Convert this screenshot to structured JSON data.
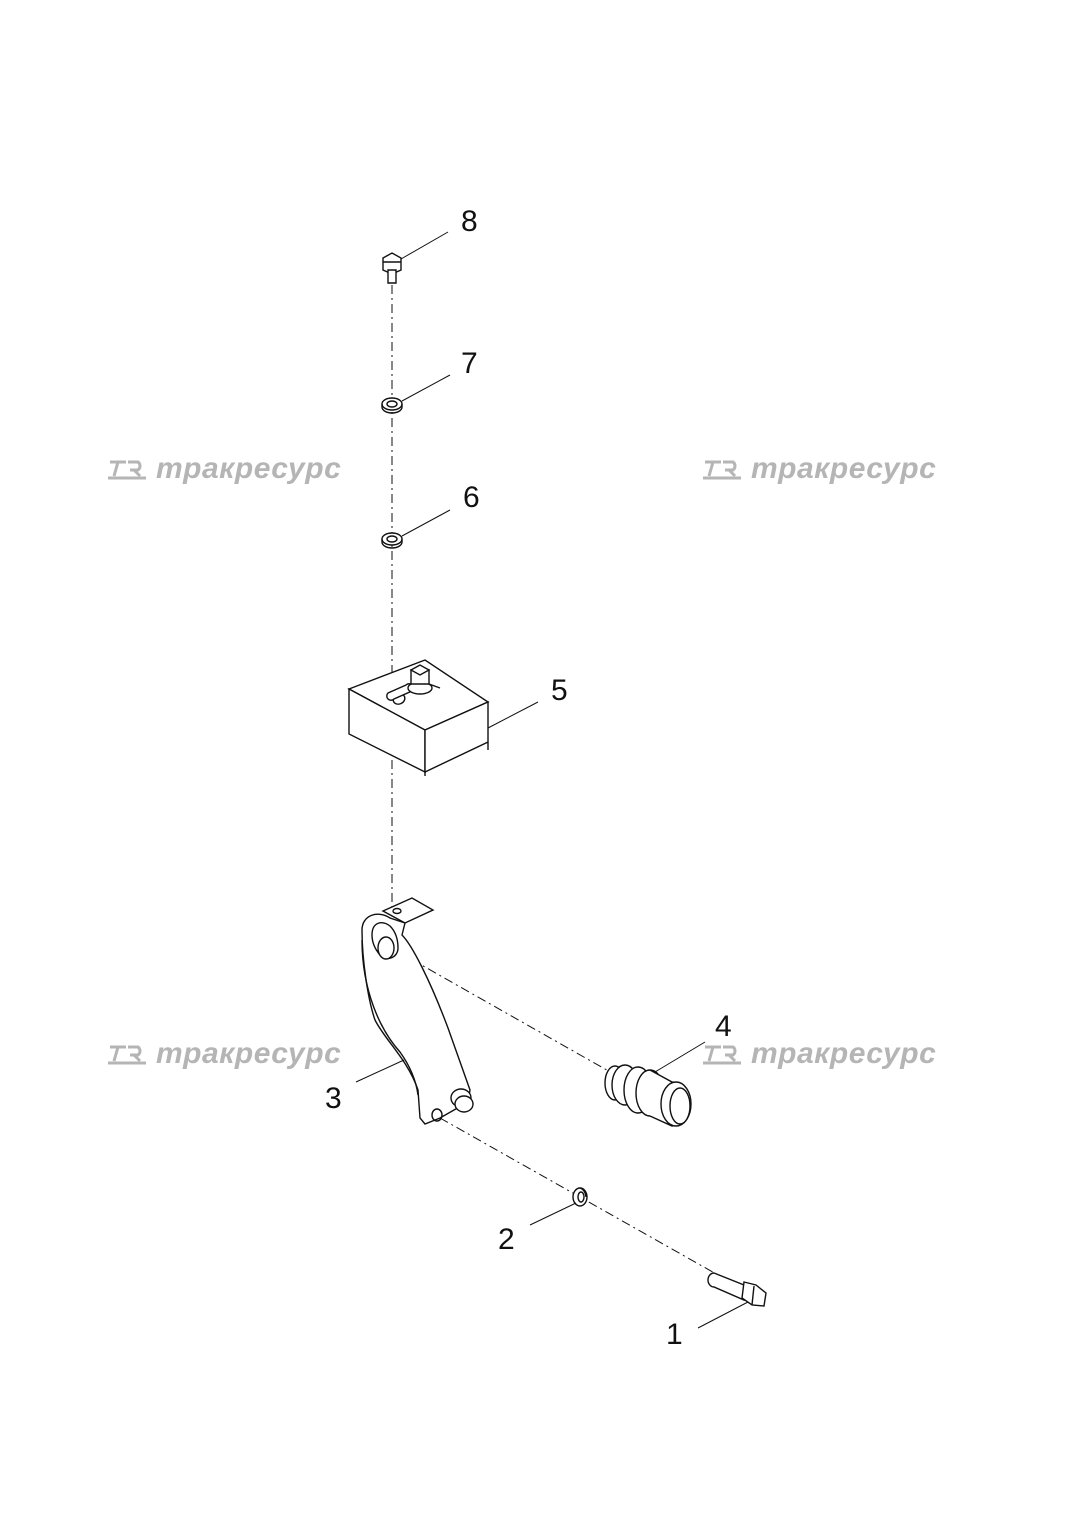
{
  "watermark": {
    "text": "тракресурс",
    "logo_text": "TR",
    "color": "#b5b5b5"
  },
  "callouts": [
    {
      "id": "1",
      "label": "1"
    },
    {
      "id": "2",
      "label": "2"
    },
    {
      "id": "3",
      "label": "3"
    },
    {
      "id": "4",
      "label": "4"
    },
    {
      "id": "5",
      "label": "5"
    },
    {
      "id": "6",
      "label": "6"
    },
    {
      "id": "7",
      "label": "7"
    },
    {
      "id": "8",
      "label": "8"
    }
  ]
}
